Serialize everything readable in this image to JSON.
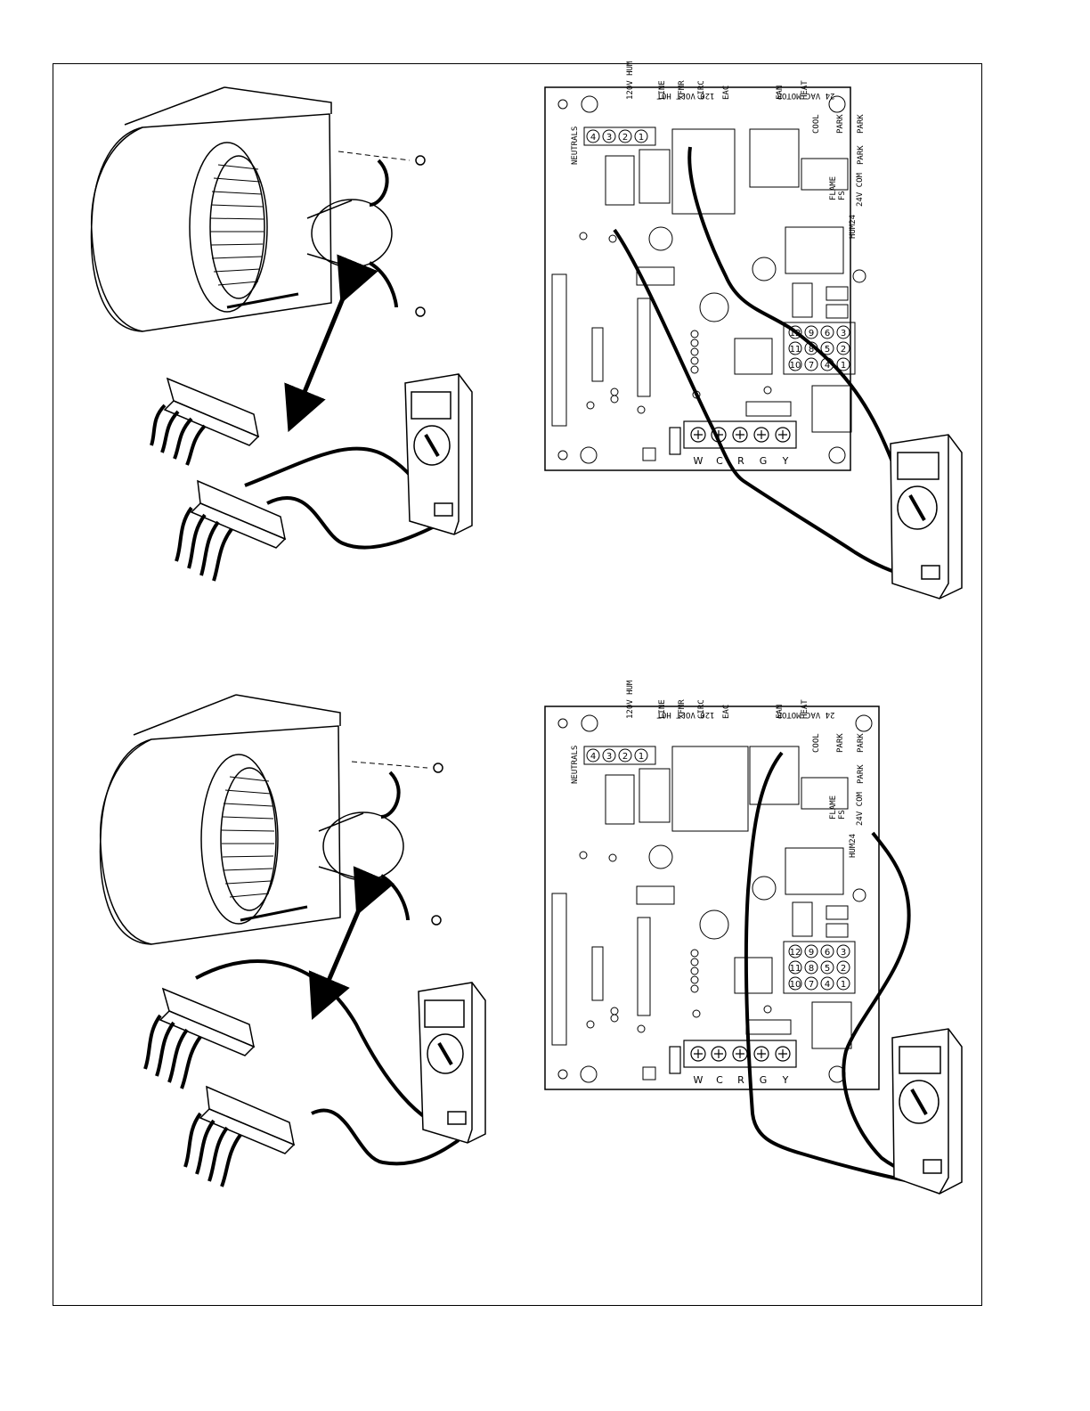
{
  "colors": {
    "line": "#000000",
    "background": "#ffffff"
  },
  "panels": [
    {
      "name": "Top",
      "board": {
        "header_left": "120 VOLT HOT",
        "header_right": "24 VAC MOTOR",
        "labels": [
          "120V HUM",
          "LINE",
          "XFMR",
          "CIRC",
          "EAC",
          "FAN",
          "HEAT",
          "COOL",
          "PARK",
          "PARK",
          "PARK",
          "NEUTRALS",
          "FLAME",
          "FS",
          "24V COM",
          "HUM24"
        ],
        "connector_pins": [
          "4",
          "3",
          "2",
          "1"
        ],
        "plug_pins": [
          "12",
          "9",
          "6",
          "3",
          "11",
          "8",
          "5",
          "2",
          "10",
          "7",
          "4",
          "1"
        ],
        "terminals": [
          "W",
          "C",
          "R",
          "G",
          "Y"
        ]
      }
    },
    {
      "name": "Bottom",
      "board": {
        "header_left": "120 VOLT HOT",
        "header_right": "24 VAC MOTOR",
        "labels": [
          "120V HUM",
          "LINE",
          "XFMR",
          "CIRC",
          "EAC",
          "FAN",
          "HEAT",
          "COOL",
          "PARK",
          "PARK",
          "PARK",
          "NEUTRALS",
          "FLAME",
          "FS",
          "24V COM",
          "HUM24"
        ],
        "connector_pins": [
          "4",
          "3",
          "2",
          "1"
        ],
        "plug_pins": [
          "12",
          "9",
          "6",
          "3",
          "11",
          "8",
          "5",
          "2",
          "10",
          "7",
          "4",
          "1"
        ],
        "terminals": [
          "W",
          "C",
          "R",
          "G",
          "Y"
        ]
      }
    }
  ]
}
